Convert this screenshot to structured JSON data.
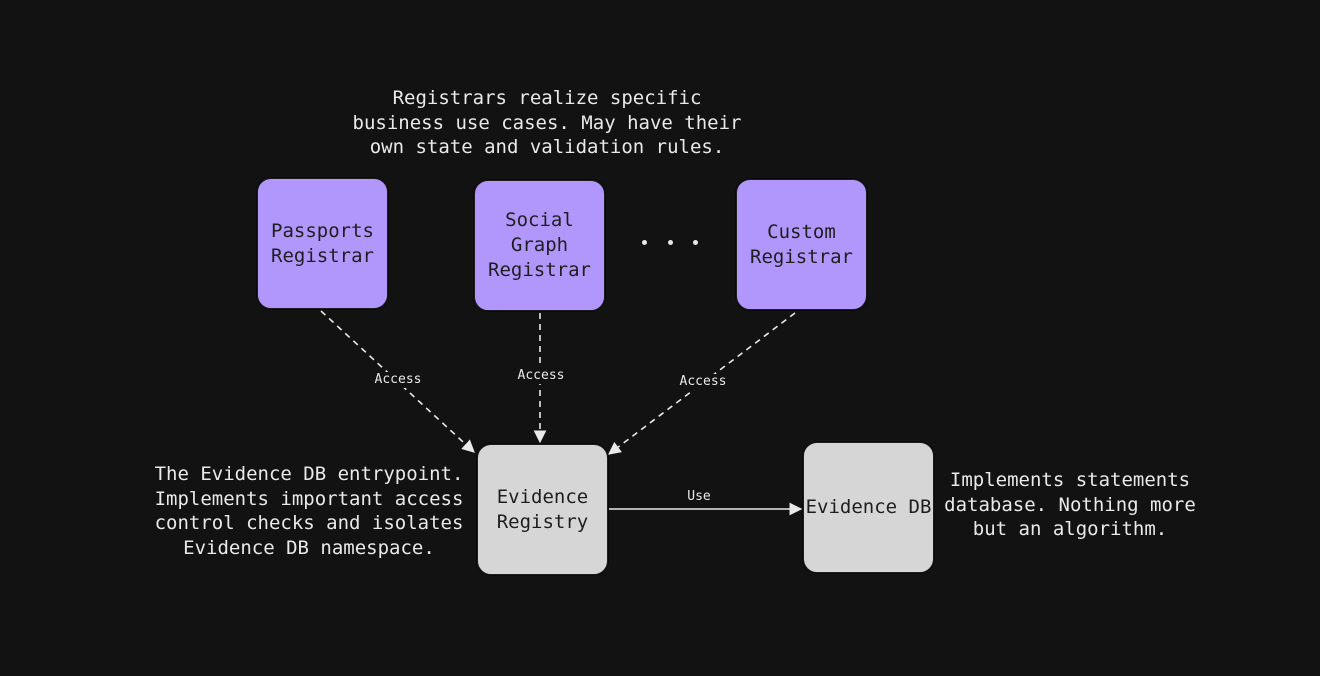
{
  "diagram": {
    "notes": {
      "registrars": "Registrars realize specific\nbusiness use cases. May have their\nown state and validation rules.",
      "registry": "The Evidence DB entrypoint.\nImplements important access\ncontrol checks and isolates\nEvidence DB namespace.",
      "db": "Implements statements\ndatabase. Nothing more\nbut an algorithm."
    },
    "nodes": {
      "passports_registrar": "Passports\nRegistrar",
      "social_graph_registrar": "Social\nGraph\nRegistrar",
      "custom_registrar": "Custom\nRegistrar",
      "evidence_registry": "Evidence\nRegistry",
      "evidence_db": "Evidence DB"
    },
    "edges": {
      "passports_access": "Access",
      "social_access": "Access",
      "custom_access": "Access",
      "use": "Use"
    },
    "colors": {
      "background": "#121212",
      "registrar_fill": "#b197fc",
      "core_fill": "#d6d6d6",
      "stroke": "#e9e9e9"
    }
  }
}
